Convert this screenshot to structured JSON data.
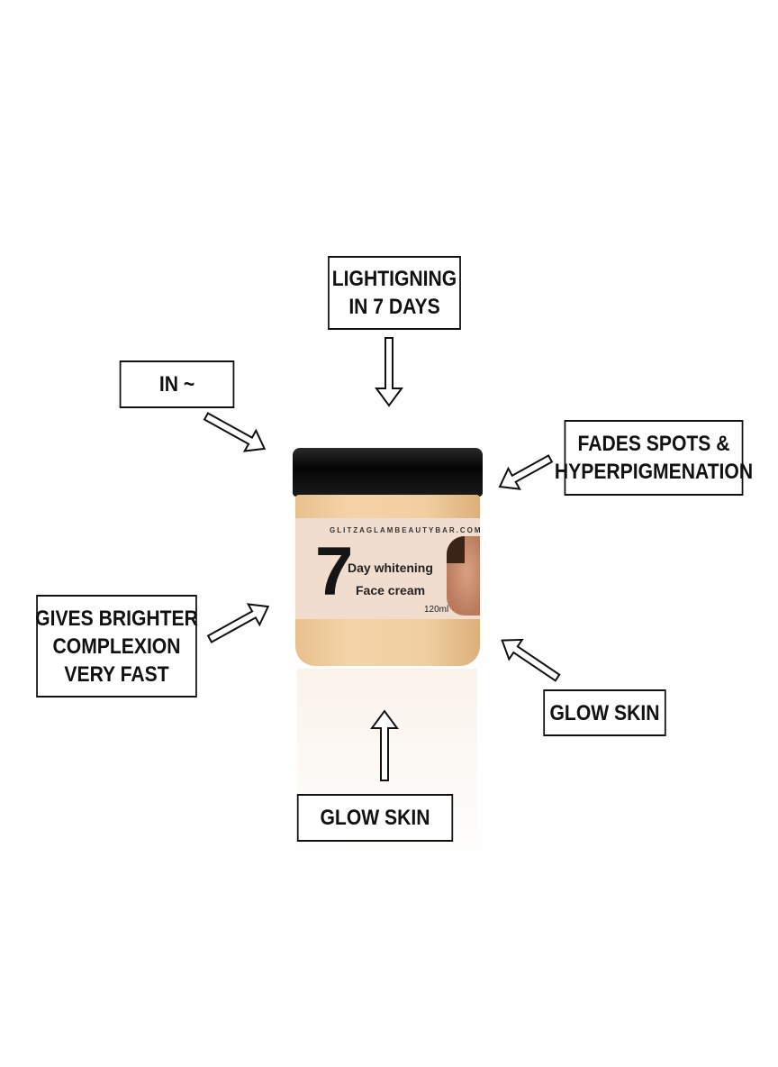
{
  "callouts": {
    "top": [
      "LIGHTIGNING",
      "IN 7 DAYS"
    ],
    "upper_left": "IN ~",
    "upper_right": [
      "FADES SPOTS &",
      "HYPERPIGMENATION"
    ],
    "left": [
      "GIVES BRIGHTER",
      "COMPLEXION",
      "VERY FAST"
    ],
    "right": "GLOW SKIN",
    "bottom": "GLOW SKIN"
  },
  "product": {
    "website": "GLITZAGLAMBEAUTYBAR.COM",
    "number": "7",
    "line1": "Day whitening",
    "line2": "Face cream",
    "volume": "120ml"
  }
}
